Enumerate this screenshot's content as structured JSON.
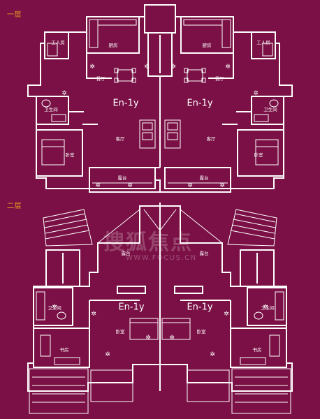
{
  "floors": [
    {
      "label": "一层",
      "rooms": {
        "kitchen": "厨房",
        "worker_room": "工人房",
        "dining": "餐厅",
        "bathroom": "卫生间",
        "living": "客厅",
        "bedroom": "卧室",
        "terrace": "露台"
      },
      "unit": "En-1y"
    },
    {
      "label": "二层",
      "rooms": {
        "terrace": "露台",
        "bathroom": "卫生间",
        "bedroom": "卧室",
        "study": "书房"
      },
      "unit": "En-1y"
    }
  ],
  "watermark": {
    "text": "搜狐焦点",
    "url": "WWW.FOCUS.CN"
  },
  "colors": {
    "background": "#7a1045",
    "lines": "#ffffff",
    "label_accent": "#f2a21b"
  }
}
